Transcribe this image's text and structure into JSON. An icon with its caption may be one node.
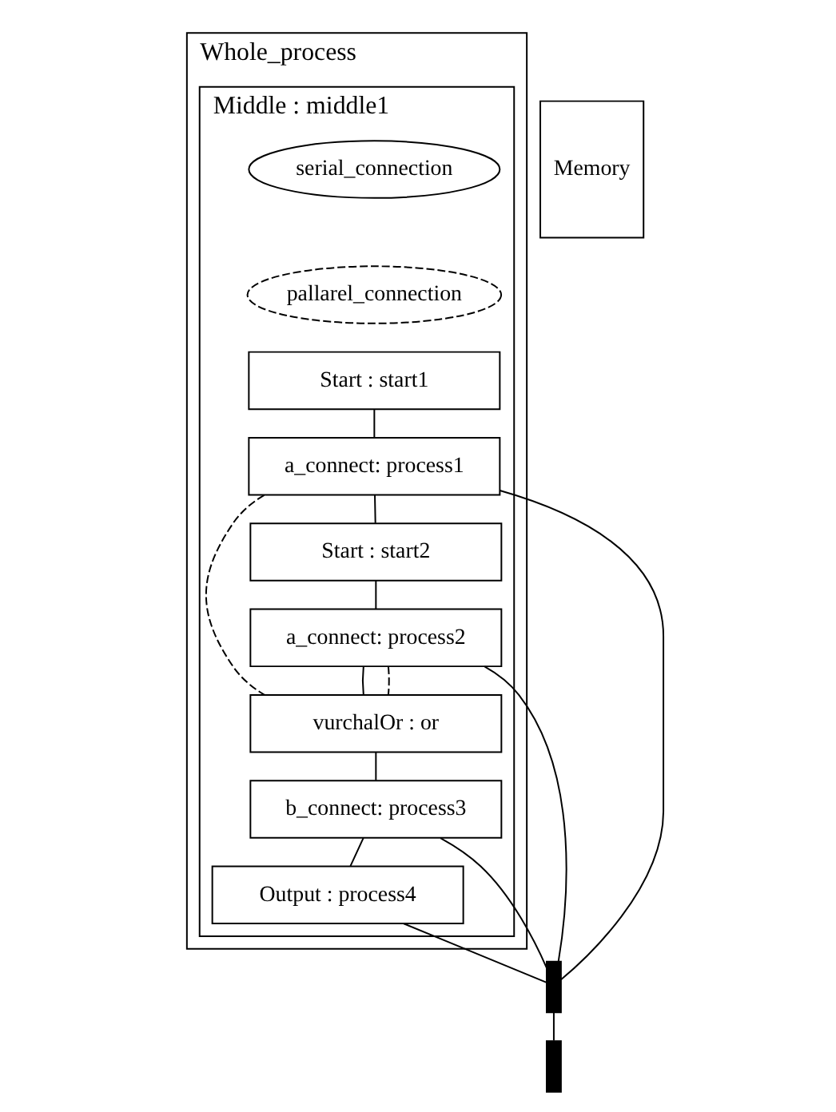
{
  "diagram": {
    "nodes": [
      {
        "text": [
          "Whole_process"
        ]
      },
      {
        "text": [
          "Middle : middle1"
        ],
        "in": 0
      },
      {
        "text": [
          "serial_connection"
        ],
        "in": 1
      },
      {
        "text": [
          "pallarel_connection"
        ],
        "in": 1
      },
      {
        "text": [
          "Start : start1"
        ],
        "in": 1
      },
      {
        "text": [
          "a_connect: process1"
        ],
        "in": 1
      },
      {
        "text": [
          "Start : start2"
        ],
        "in": 1
      },
      {
        "text": [
          "a_connect: process2"
        ],
        "in": 1
      },
      {
        "text": [
          "vurchalOr : or"
        ],
        "in": 1
      },
      {
        "text": [
          "b_connect: process3"
        ],
        "in": 1
      },
      {
        "text": [
          "Output : process4"
        ],
        "in": 1
      },
      {
        "text": [],
        "shape": "bar"
      },
      {
        "text": [
          "Memory"
        ]
      },
      {
        "text": [],
        "shape": "bar"
      }
    ],
    "edges": [
      {
        "from": 11,
        "to": 13,
        "arrow": "none"
      },
      {
        "from": 4,
        "to": 5,
        "arrow": "none"
      },
      {
        "from": 5,
        "to": 6,
        "arrow": "none"
      },
      {
        "from": 6,
        "to": 7,
        "arrow": "none"
      },
      {
        "from": 7,
        "to": 8,
        "arrow": "none"
      },
      {
        "from": 8,
        "to": 9,
        "arrow": "none"
      },
      {
        "from": 9,
        "to": 10,
        "arrow": "none"
      },
      {
        "from": 5,
        "to": 8,
        "arrow": "none",
        "style": "dashed"
      },
      {
        "from": 7,
        "to": 8,
        "arrow": "none",
        "style": "dashed"
      },
      {
        "from": 5,
        "to": 11,
        "arrow": "none"
      },
      {
        "from": 7,
        "to": 11,
        "arrow": "none"
      },
      {
        "from": 9,
        "to": 11,
        "arrow": "none"
      },
      {
        "from": 10,
        "to": 11,
        "arrow": "none"
      }
    ]
  }
}
